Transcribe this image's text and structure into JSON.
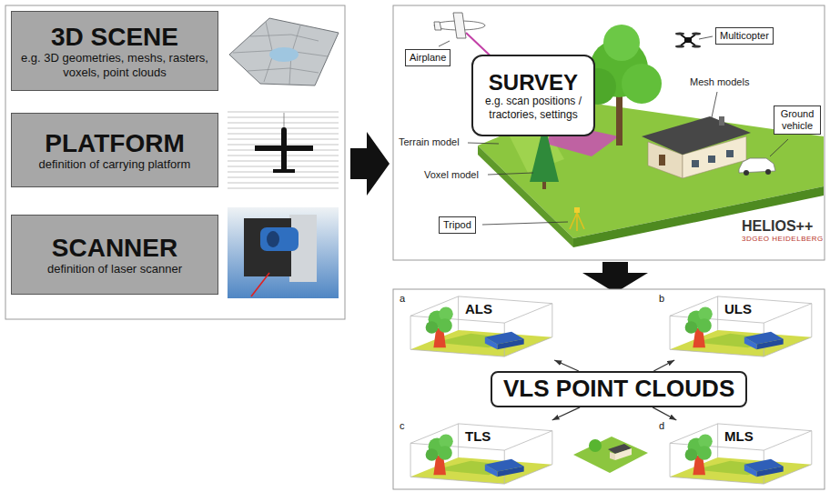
{
  "diagram": {
    "nodes": [
      {
        "text": [
          "3D SCENE",
          "e.g. 3D geometries, meshs, rasters, voxels, point clouds"
        ]
      },
      {
        "text": [
          "PLATFORM",
          "definition of carrying platform"
        ]
      },
      {
        "text": [
          "SCANNER",
          "definition of laser scanner"
        ]
      },
      {
        "text": [
          "Airplane"
        ]
      },
      {
        "text": [
          "SURVEY",
          "e.g. scan positions / tractories, settings"
        ]
      },
      {
        "text": [
          "Multicopter"
        ]
      },
      {
        "text": [
          "Ground vehicle"
        ]
      },
      {
        "text": [
          "Tripod"
        ]
      },
      {
        "text": [
          "VLS POINT CLOUDS"
        ]
      },
      {
        "text": [
          "a",
          "ALS"
        ]
      },
      {
        "text": [
          "b",
          "ULS"
        ]
      },
      {
        "text": [
          "c",
          "TLS"
        ]
      },
      {
        "text": [
          "d",
          "MLS"
        ]
      }
    ],
    "edges": [
      {
        "from": 8,
        "to": 9,
        "arrow": "to"
      },
      {
        "from": 8,
        "to": 10,
        "arrow": "to"
      },
      {
        "from": 8,
        "to": 11,
        "arrow": "to"
      },
      {
        "from": 8,
        "to": 12,
        "arrow": "to"
      }
    ],
    "labels": [
      "Mesh models",
      "Terrain model",
      "Voxel model",
      "HELIOS++",
      "3DGEO HEIDELBERG"
    ]
  }
}
